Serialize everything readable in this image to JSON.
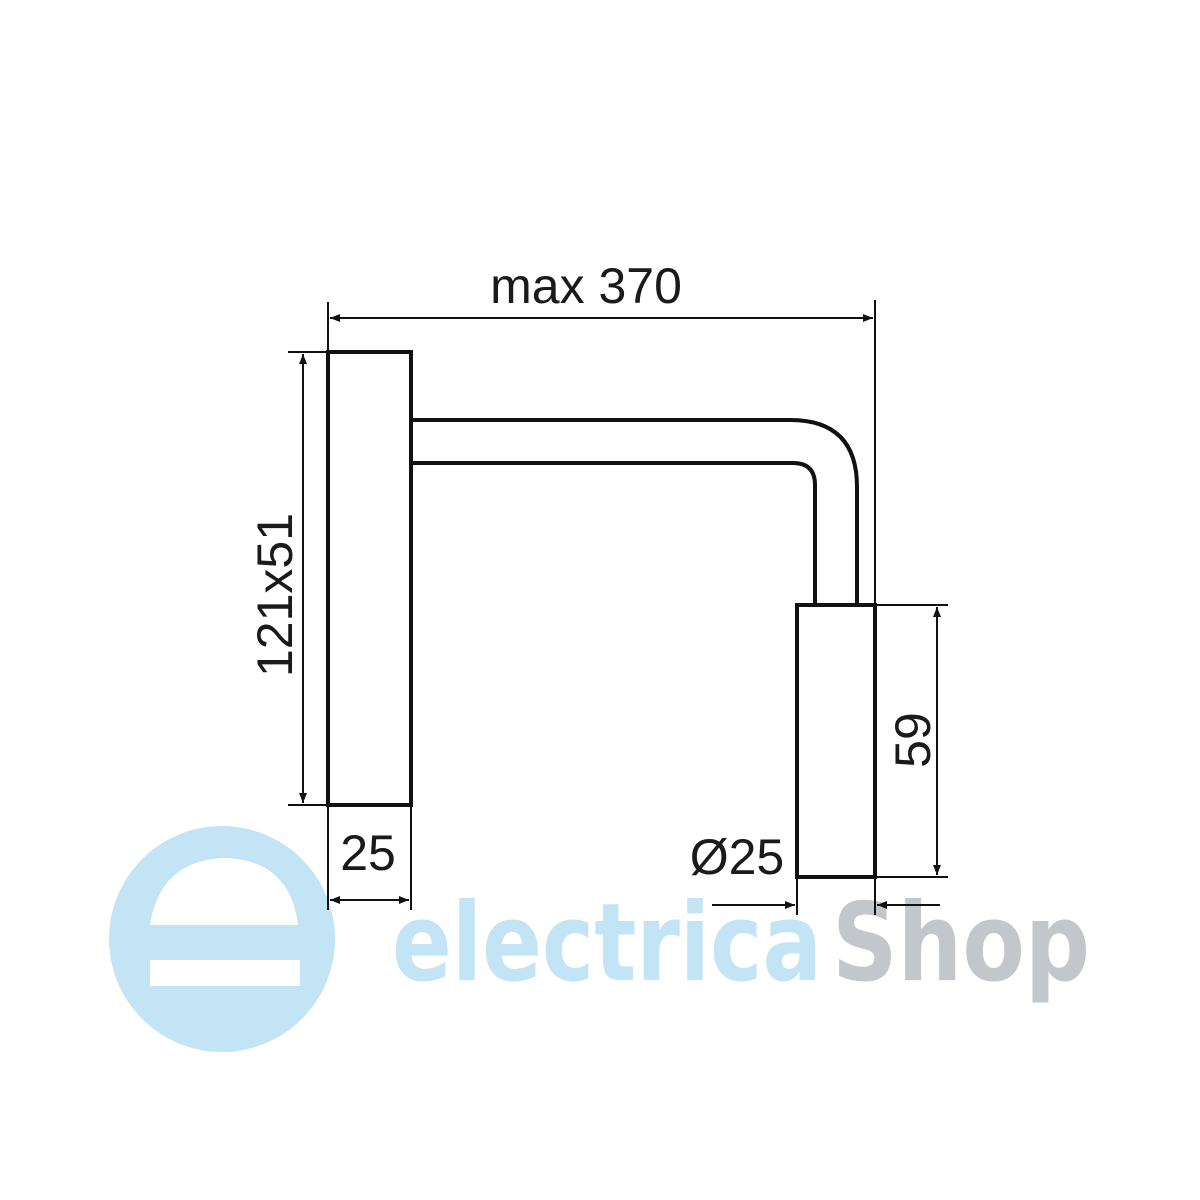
{
  "diagram": {
    "dimensions": {
      "overall_length": "max 370",
      "wall_plate": "121x51",
      "plate_depth": "25",
      "head_length": "59",
      "head_diameter": "Ø25"
    }
  },
  "watermark": {
    "brand_part1": "electrica",
    "brand_part2": "Shop",
    "colors": {
      "blue": "#c2e4f4",
      "gray": "#c3c6ca"
    }
  }
}
